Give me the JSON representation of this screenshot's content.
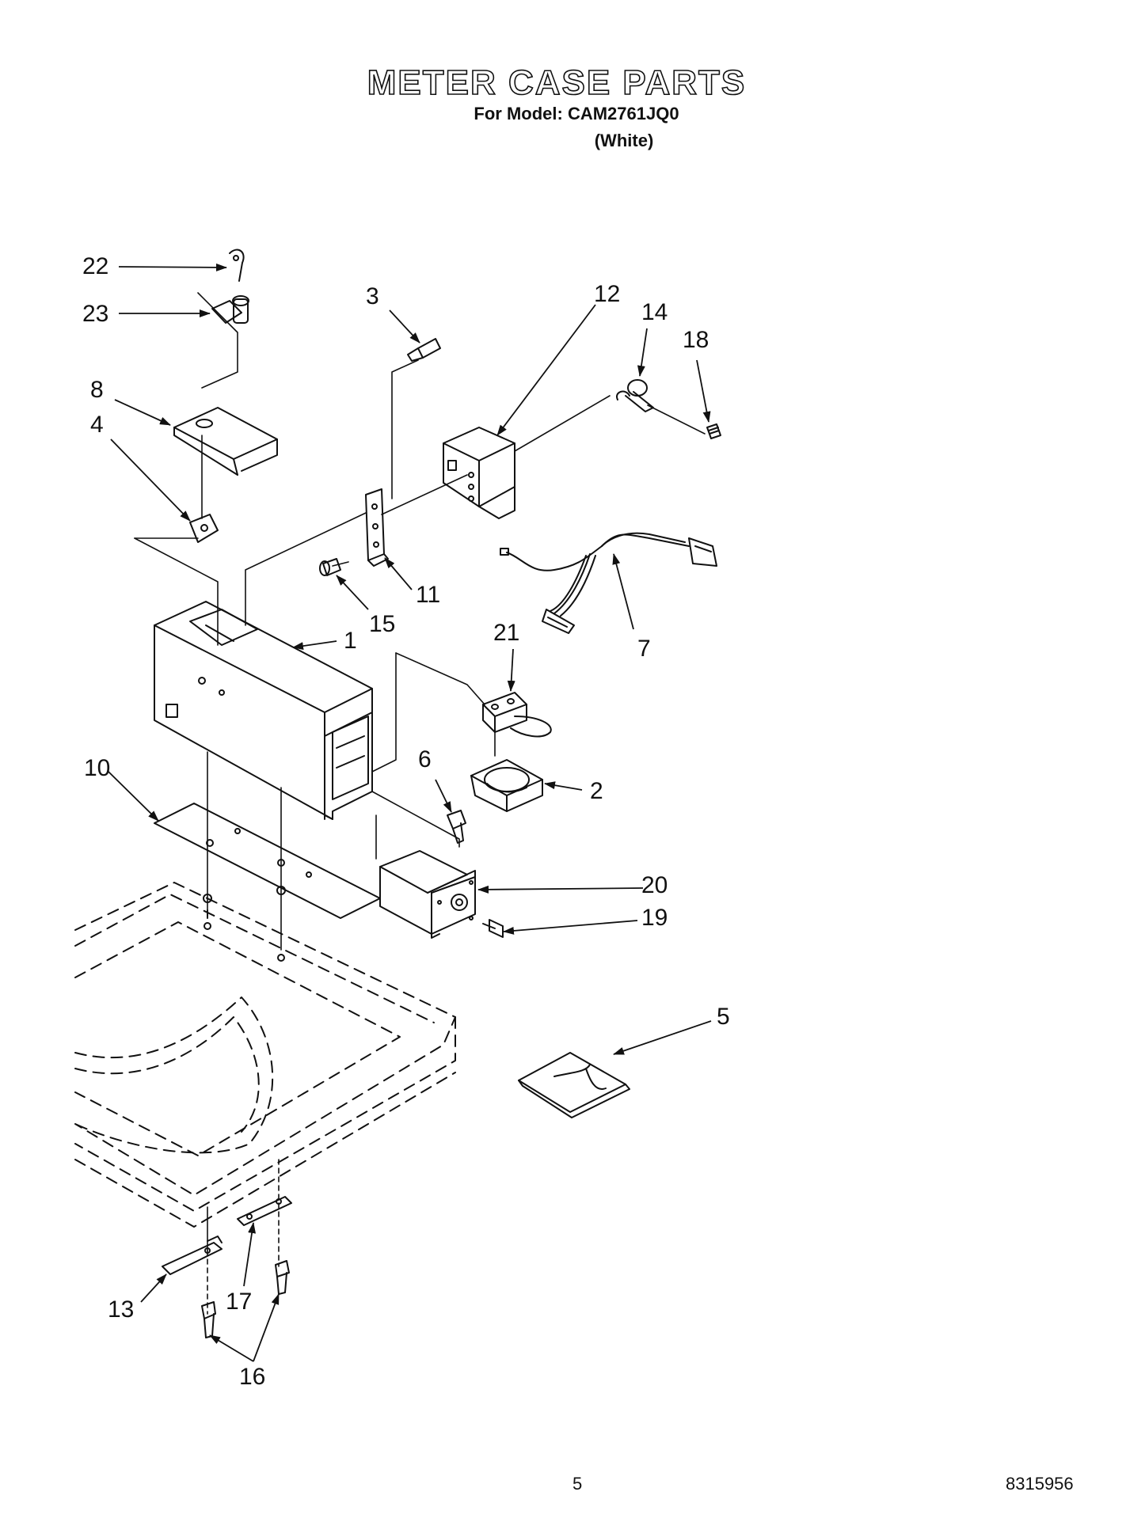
{
  "header": {
    "title": "METER CASE PARTS",
    "model_line": "For Model: CAM2761JQ0",
    "color_line": "(White)"
  },
  "callouts": [
    {
      "id": "22",
      "label": "22"
    },
    {
      "id": "23",
      "label": "23"
    },
    {
      "id": "3",
      "label": "3"
    },
    {
      "id": "12",
      "label": "12"
    },
    {
      "id": "14",
      "label": "14"
    },
    {
      "id": "18",
      "label": "18"
    },
    {
      "id": "8",
      "label": "8"
    },
    {
      "id": "4",
      "label": "4"
    },
    {
      "id": "11",
      "label": "11"
    },
    {
      "id": "15",
      "label": "15"
    },
    {
      "id": "7",
      "label": "7"
    },
    {
      "id": "1",
      "label": "1"
    },
    {
      "id": "21",
      "label": "21"
    },
    {
      "id": "10",
      "label": "10"
    },
    {
      "id": "6",
      "label": "6"
    },
    {
      "id": "2",
      "label": "2"
    },
    {
      "id": "20",
      "label": "20"
    },
    {
      "id": "19",
      "label": "19"
    },
    {
      "id": "5",
      "label": "5"
    },
    {
      "id": "13",
      "label": "13"
    },
    {
      "id": "17",
      "label": "17"
    },
    {
      "id": "16",
      "label": "16"
    }
  ],
  "footer": {
    "page_number": "5",
    "document_number": "8315956"
  }
}
